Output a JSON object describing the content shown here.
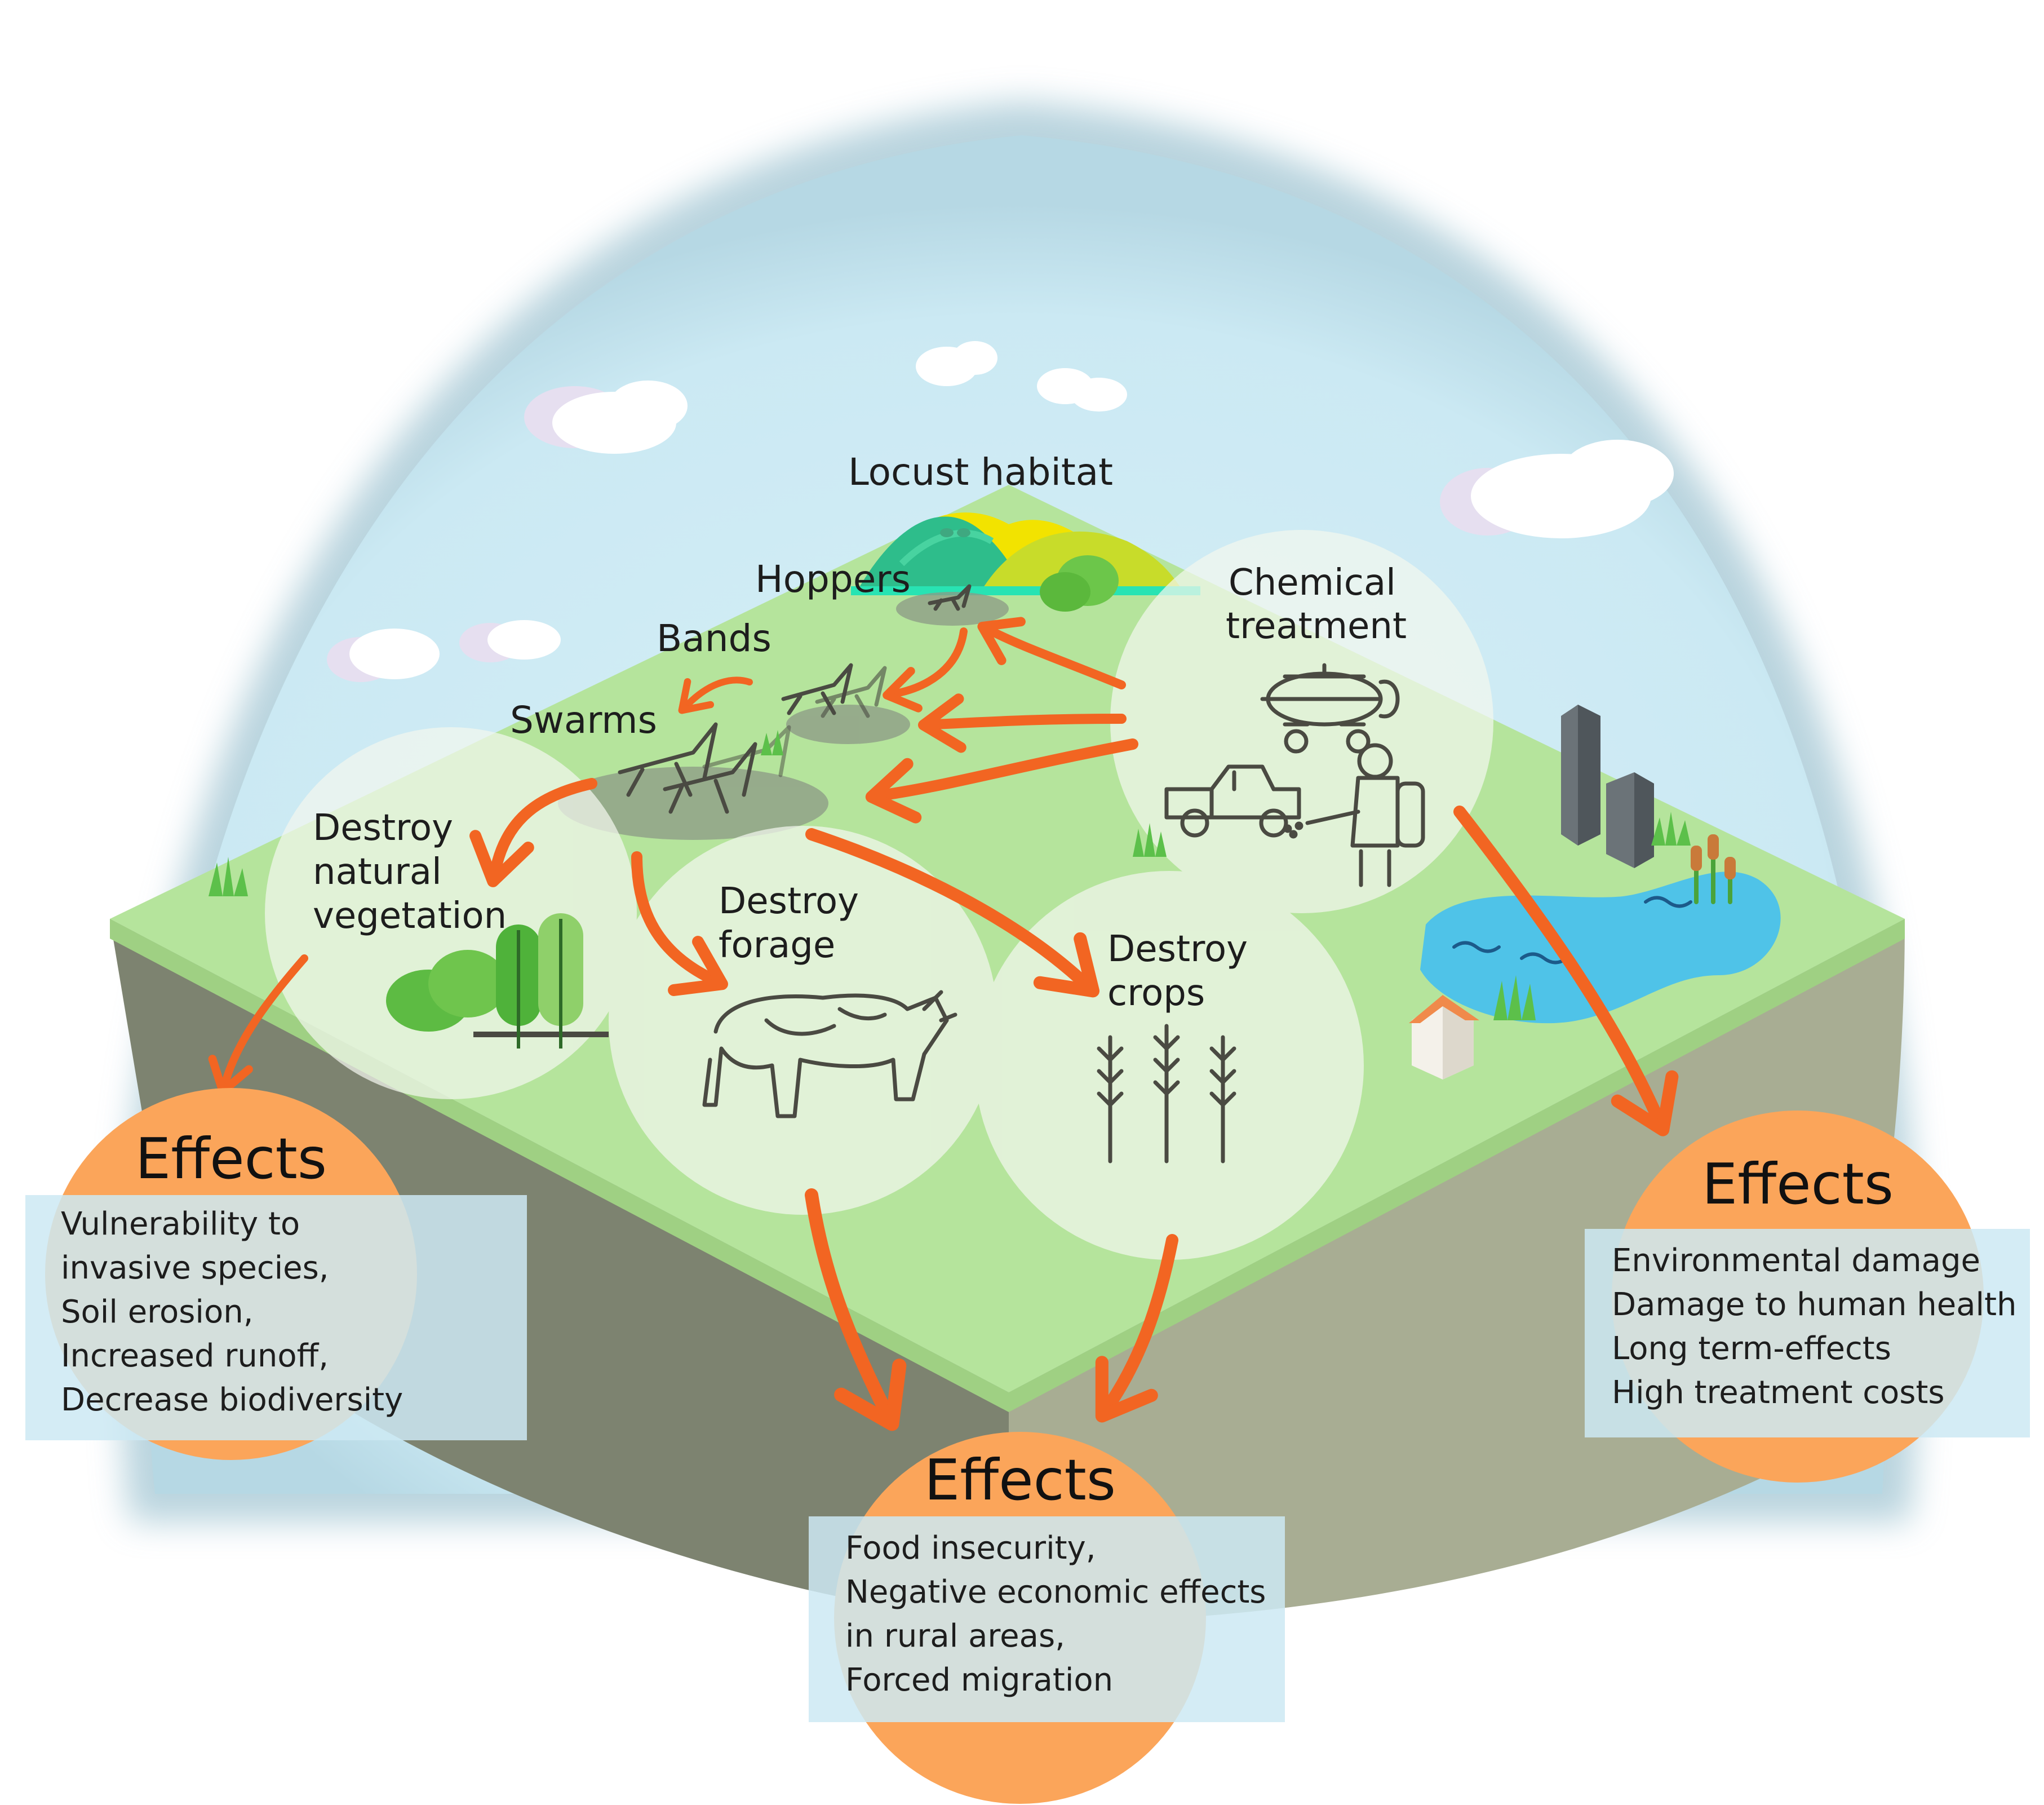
{
  "colors": {
    "sky": "#cfecf4",
    "grass": "#b5e49c",
    "cliff_left": "#7d8370",
    "cliff_right": "#a8ad93",
    "arrow": "#f26522",
    "effect_circle": "#fba55a",
    "effect_box": "#cde9f3",
    "node_circle": "#eef6e6",
    "water": "#4fc3e8"
  },
  "diagram": {
    "habitat_label": "Locust habitat",
    "stages": {
      "hoppers": "Hoppers",
      "bands": "Bands",
      "swarms": "Swarms"
    },
    "chemical_treatment": {
      "line1": "Chemical",
      "line2": "treatment"
    },
    "destroy_vegetation": {
      "line1": "Destroy",
      "line2": "natural",
      "line3": "vegetation"
    },
    "destroy_forage": {
      "line1": "Destroy",
      "line2": "forage"
    },
    "destroy_crops": {
      "line1": "Destroy",
      "line2": "crops"
    }
  },
  "effects": {
    "left": {
      "title": "Effects",
      "items": [
        "Vulnerability to",
        "invasive species,",
        "Soil erosion,",
        "Increased runoff,",
        "Decrease biodiversity"
      ]
    },
    "center": {
      "title": "Effects",
      "items": [
        "Food insecurity,",
        "Negative economic effects",
        "in rural areas,",
        "Forced migration"
      ]
    },
    "right": {
      "title": "Effects",
      "items": [
        "Environmental damage",
        "Damage to human health",
        "Long term-effects",
        "High treatment costs"
      ]
    }
  },
  "icons": [
    "cloud-icon",
    "hill-icon",
    "locust-icon",
    "airplane-icon",
    "truck-icon",
    "sprayer-person-icon",
    "building-icon",
    "pond-icon",
    "house-icon",
    "cattail-icon",
    "grass-icon",
    "tree-icon",
    "cow-icon",
    "wheat-icon"
  ]
}
